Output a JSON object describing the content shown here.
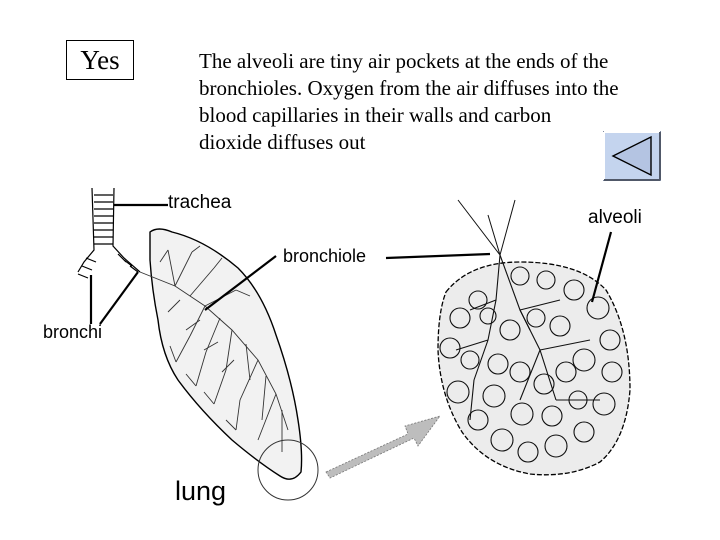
{
  "answer": "Yes",
  "explanation": "The alveoli are tiny air pockets at the ends of the bronchioles. Oxygen from the air diffuses into the blood capillaries in their walls and carbon dioxide diffuses out",
  "labels": {
    "trachea": "trachea",
    "alveoli": "alveoli",
    "bronchiole": "bronchiole",
    "bronchi": "bronchi",
    "lung": "lung"
  },
  "icons": {
    "back": "back-triangle-icon"
  },
  "colors": {
    "button_face": "#c4d4ee",
    "button_shadow": "#7f8aa0",
    "line": "#000000"
  }
}
